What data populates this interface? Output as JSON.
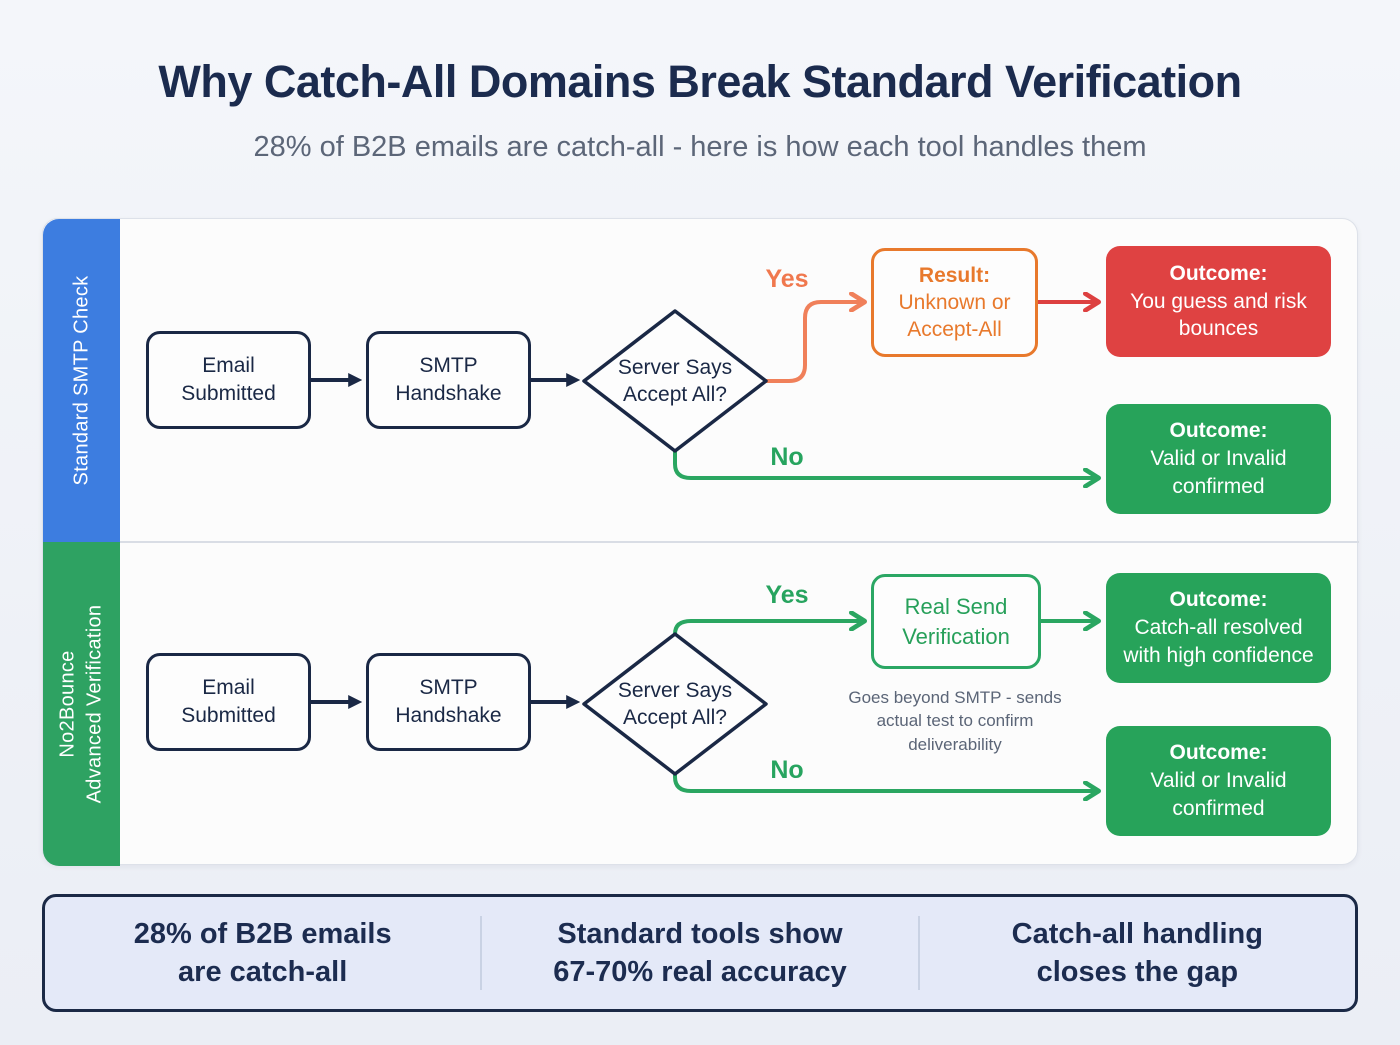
{
  "header": {
    "title": "Why Catch-All Domains Break Standard Verification",
    "subtitle": "28% of B2B emails are catch-all - here is how each tool handles them"
  },
  "lane1": {
    "label": "Standard SMTP Check",
    "email_l1": "Email",
    "email_l2": "Submitted",
    "smtp_l1": "SMTP",
    "smtp_l2": "Handshake",
    "diamond_l1": "Server Says",
    "diamond_l2": "Accept All?",
    "yes": "Yes",
    "no": "No",
    "result_title": "Result:",
    "result_l1": "Unknown or",
    "result_l2": "Accept-All",
    "outcome_bad_title": "Outcome:",
    "outcome_bad_body": "You guess and risk bounces",
    "outcome_good_title": "Outcome:",
    "outcome_good_body": "Valid or Invalid confirmed"
  },
  "lane2": {
    "label_l1": "No2Bounce",
    "label_l2": "Advanced Verification",
    "email_l1": "Email",
    "email_l2": "Submitted",
    "smtp_l1": "SMTP",
    "smtp_l2": "Handshake",
    "diamond_l1": "Server Says",
    "diamond_l2": "Accept All?",
    "yes": "Yes",
    "no": "No",
    "realsend_l1": "Real Send",
    "realsend_l2": "Verification",
    "note": "Goes beyond SMTP - sends actual test to confirm deliverability",
    "outcome_resolved_title": "Outcome:",
    "outcome_resolved_body": "Catch-all resolved with high confidence",
    "outcome_good_title": "Outcome:",
    "outcome_good_body": "Valid or Invalid confirmed"
  },
  "stats": [
    {
      "l1": "28% of B2B emails",
      "l2": "are catch-all"
    },
    {
      "l1": "Standard tools show",
      "l2": "67-70% real accuracy"
    },
    {
      "l1": "Catch-all handling",
      "l2": "closes the gap"
    }
  ],
  "colors": {
    "navy": "#1A2845",
    "blue_sidebar": "#3D7DE0",
    "green_sidebar": "#2EA262",
    "green_box": "#27A35A",
    "red_box": "#DF4242",
    "orange_box": "#E8792C",
    "salmon_line": "#F0805A",
    "green_line": "#2AA661",
    "red_line": "#DD4040"
  }
}
